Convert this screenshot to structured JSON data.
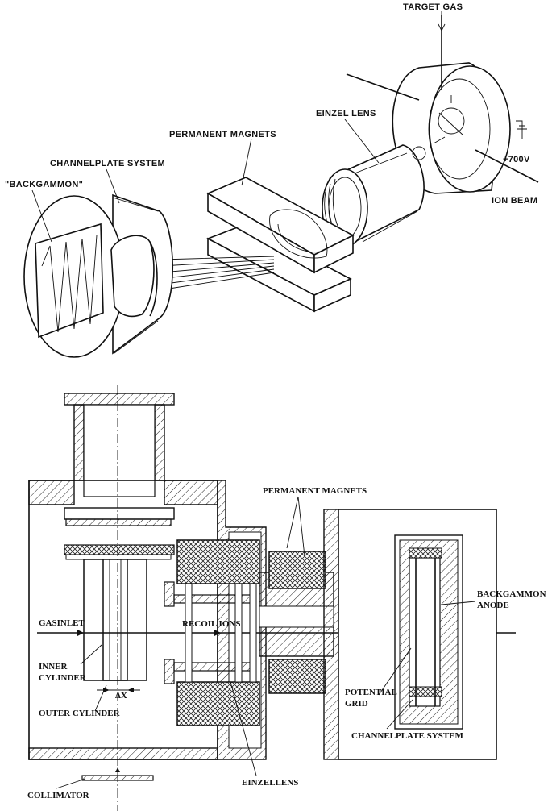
{
  "top_diagram": {
    "labels": {
      "target_gas": "TARGET GAS",
      "einzel_lens": "EINZEL LENS",
      "permanent_magnets": "PERMANENT MAGNETS",
      "channelplate_system": "CHANNELPLATE SYSTEM",
      "backgammon": "\"BACKGAMMON\"",
      "voltage": "+700V",
      "ion_beam": "ION BEAM"
    }
  },
  "bottom_diagram": {
    "labels": {
      "permanent_magnets": "PERMANENT MAGNETS",
      "backgammon_anode_line1": "BACKGAMMON",
      "backgammon_anode_line2": "ANODE",
      "gasinlet": "GASINLET",
      "recoil_ions": "RECOIL IONS",
      "inner_cylinder_line1": "INNER",
      "inner_cylinder_line2": "CYLINDER",
      "delta_x": "ΔX",
      "outer_cylinder": "OUTER CYLINDER",
      "potential_grid_line1": "POTENTIAL",
      "potential_grid_line2": "GRID",
      "channelplate_system": "CHANNELPLATE SYSTEM",
      "einzellens": "EINZELLENS",
      "collimator": "COLLIMATOR"
    }
  }
}
